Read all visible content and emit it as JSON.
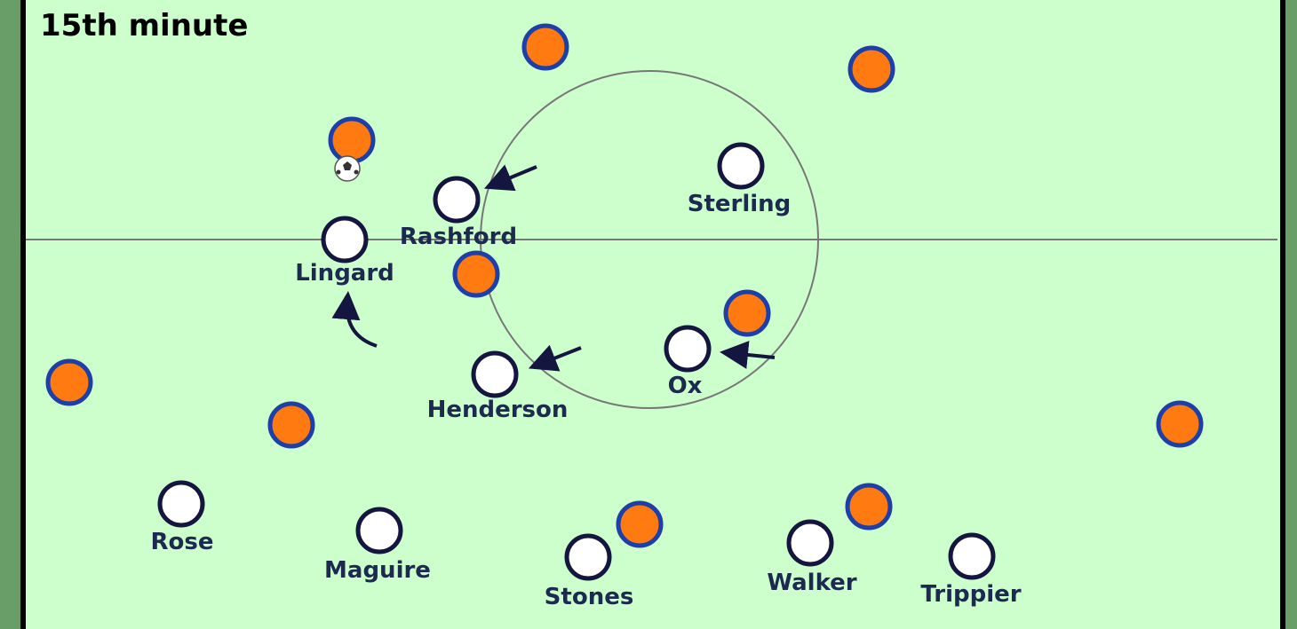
{
  "title": "15th minute",
  "colors": {
    "pitch": "#ccffcc",
    "border": "#6a9e68",
    "lines": "#777777",
    "team_fill": "#ffffff",
    "team_stroke": "#14163f",
    "opponent_fill": "#ff7a10",
    "opponent_stroke": "#1f3fa8",
    "label": "#1b2a4e",
    "arrow": "#14163f"
  },
  "players": [
    {
      "name": "Rashford"
    },
    {
      "name": "Lingard"
    },
    {
      "name": "Sterling"
    },
    {
      "name": "Henderson"
    },
    {
      "name": "Ox"
    },
    {
      "name": "Rose"
    },
    {
      "name": "Maguire"
    },
    {
      "name": "Stones"
    },
    {
      "name": "Walker"
    },
    {
      "name": "Trippier"
    }
  ],
  "icons": {
    "ball": "soccer-ball-icon",
    "arrow": "movement-arrow-icon"
  }
}
